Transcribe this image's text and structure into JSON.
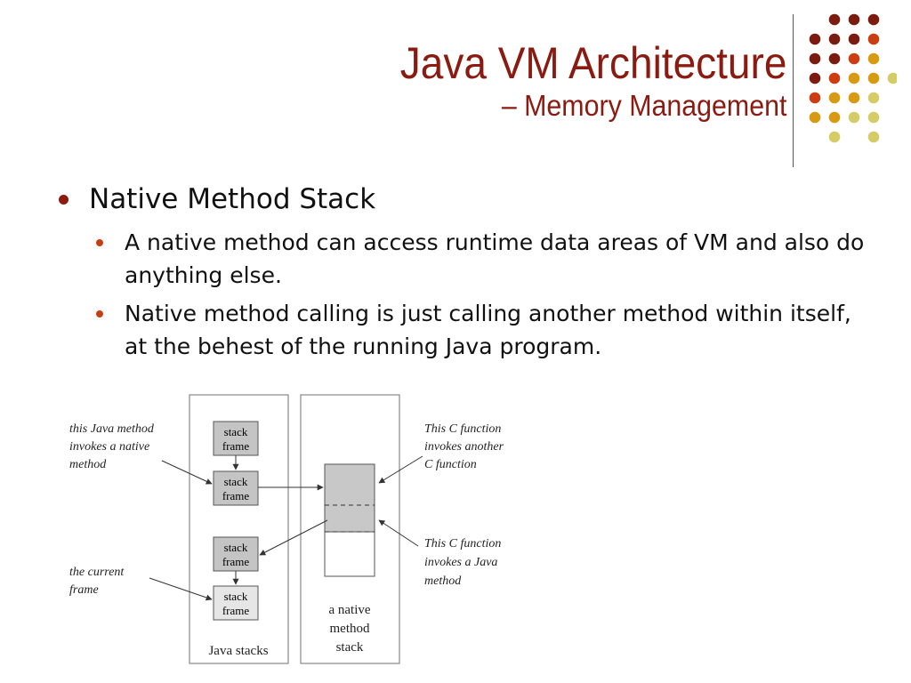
{
  "slide": {
    "title": "Java VM Architecture",
    "subtitle": "– Memory Management",
    "accent_color": "#8b1a10"
  },
  "bullets": {
    "main": "Native Method Stack",
    "sub": [
      "A native method can access runtime data areas of VM and also do anything else.",
      "Native method calling is just calling another method within itself, at the behest of the running Java program."
    ]
  },
  "diagram": {
    "java_stacks_label": "Java stacks",
    "native_stack_label": [
      "a native",
      "method",
      "stack"
    ],
    "frame_label": [
      "stack",
      "frame"
    ],
    "annotations": {
      "java_invokes_native": [
        "this Java method",
        "invokes a native",
        "method"
      ],
      "current_frame": [
        "the current",
        "frame"
      ],
      "c_invokes_c": [
        "This C function",
        "invokes another",
        "C function"
      ],
      "c_invokes_java": [
        "This C function",
        "invokes a Java",
        "method"
      ]
    }
  },
  "decor": {
    "dot_colors": [
      "#7a1c10",
      "#cc3d12",
      "#d89a12",
      "#d4cc66"
    ]
  }
}
